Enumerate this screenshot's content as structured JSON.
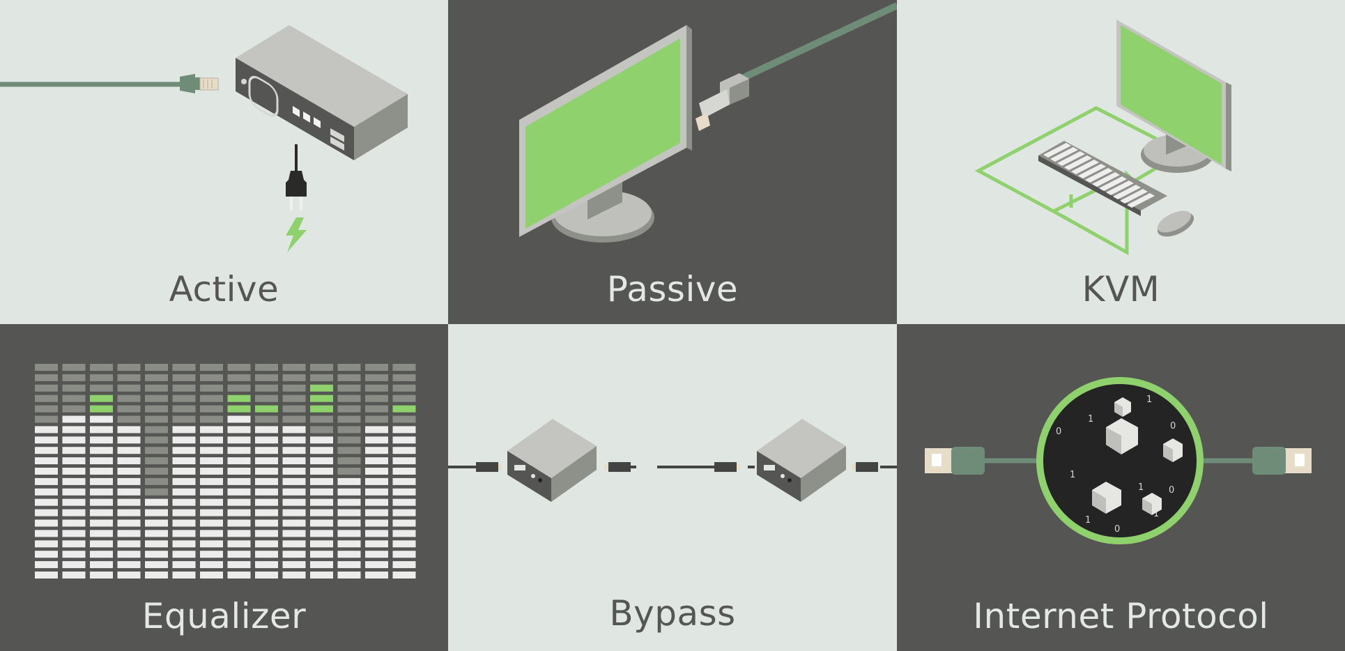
{
  "colors": {
    "light_bg": "#e0e6e2",
    "dark_bg": "#555654",
    "accent_green": "#8fd16d",
    "cable_green": "#6f8c79",
    "device_gray": "#bfc0bc"
  },
  "tiles": [
    {
      "label": "Active",
      "icon": "network-box-with-power-plug-icon"
    },
    {
      "label": "Passive",
      "icon": "monitor-with-usb-cable-icon"
    },
    {
      "label": "KVM",
      "icon": "monitor-keyboard-mouse-icon"
    },
    {
      "label": "Equalizer",
      "icon": "equalizer-bars-icon"
    },
    {
      "label": "Bypass",
      "icon": "hdmi-boxes-chain-icon"
    },
    {
      "label": "Internet Protocol",
      "icon": "ethernet-data-circle-icon"
    }
  ]
}
